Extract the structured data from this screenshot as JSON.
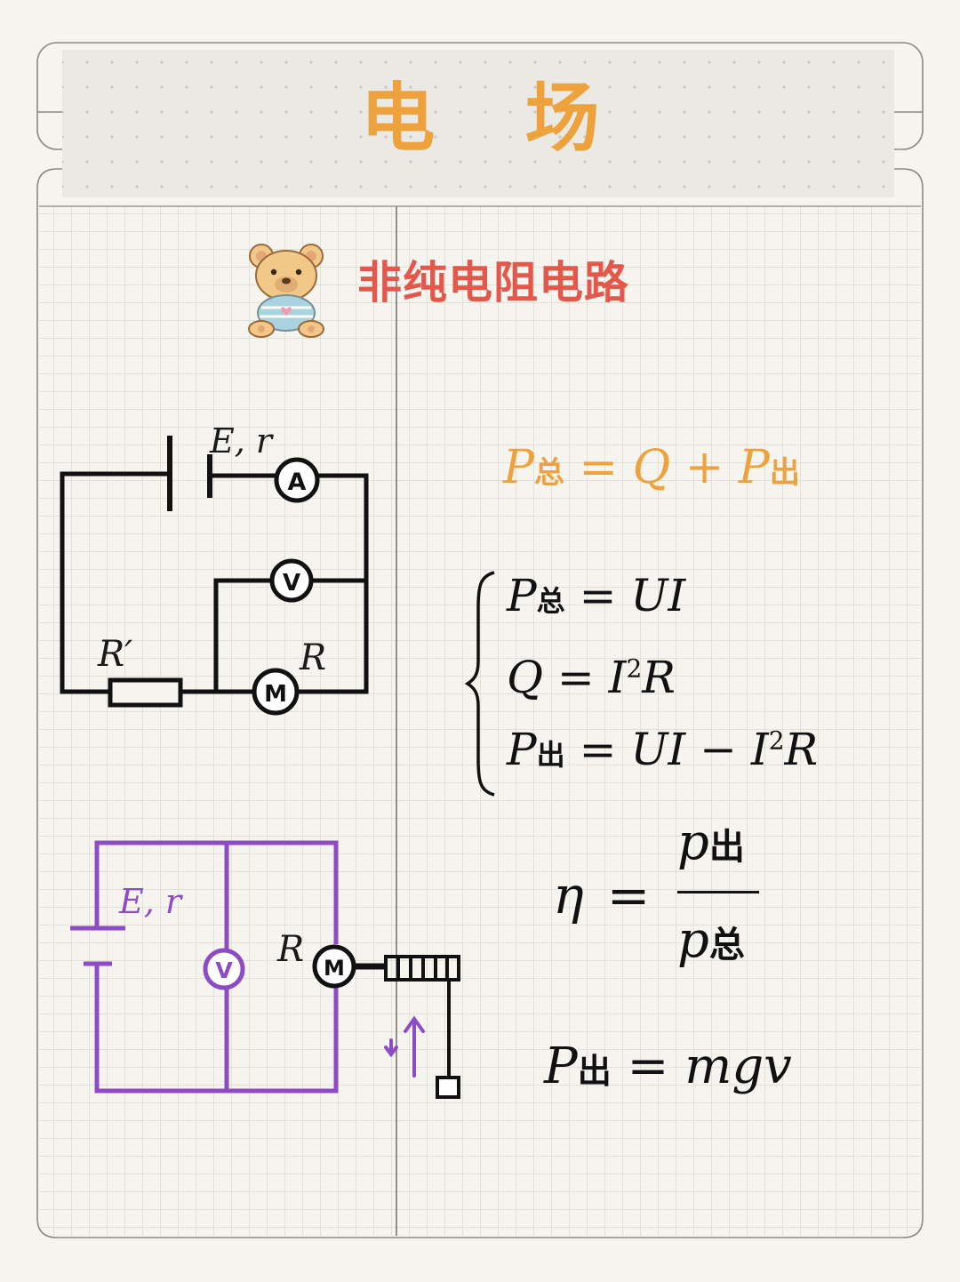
{
  "header": {
    "title": "电 场"
  },
  "section": {
    "title": "非纯电阻电路"
  },
  "circuit1": {
    "source_label": "E, r",
    "resistor_label": "R′",
    "motor_label": "R",
    "ammeter": "A",
    "voltmeter": "V",
    "motor": "M"
  },
  "circuit2": {
    "source_label": "E, r",
    "motor_label": "R",
    "voltmeter": "V",
    "motor": "M"
  },
  "formulas": {
    "power_balance": {
      "lhs": "P",
      "lhs_sub": "总",
      "eq": " = ",
      "q": "Q",
      "plus": " + ",
      "rhs": "P",
      "rhs_sub": "出"
    },
    "system": {
      "line1": {
        "v": "P",
        "sub": "总",
        "rest": " = UI"
      },
      "line2": {
        "lhs": "Q = I",
        "sup": "2",
        "tail": "R"
      },
      "line3": {
        "v": "P",
        "sub": "出",
        "rest": " = UI − I",
        "sup": "2",
        "tail": "R"
      }
    },
    "efficiency": {
      "eta": "η",
      "eq": "=",
      "num": "p",
      "num_sub": "出",
      "den": "p",
      "den_sub": "总"
    },
    "output_power": {
      "v": "P",
      "sub": "出",
      "rest": " = mgv"
    }
  },
  "colors": {
    "header": "#eda23e",
    "section": "#e4584c",
    "formula_highlight": "#eda23e",
    "circuit2": "#8e4bc6",
    "ink": "#111111",
    "grid": "#d4d2cc",
    "frame": "#8a8a8a"
  },
  "icons": {
    "mascot": "teddy-bear-icon"
  }
}
